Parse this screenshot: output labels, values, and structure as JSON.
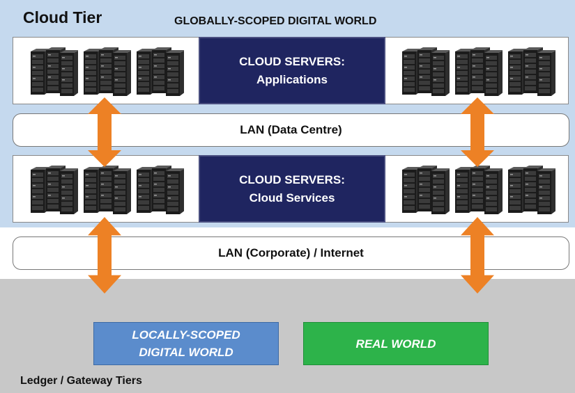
{
  "cloud_tier": {
    "title": "Cloud Tier",
    "world_label": "GLOBALLY-SCOPED DIGITAL WORLD",
    "color": "#c5d9ee"
  },
  "app_servers": {
    "line1": "CLOUD SERVERS:",
    "line2": "Applications"
  },
  "lan_datacentre": {
    "label": "LAN (Data Centre)"
  },
  "service_servers": {
    "line1": "CLOUD SERVERS:",
    "line2": "Cloud Services"
  },
  "lan_corporate": {
    "label": "LAN (Corporate) / Internet"
  },
  "ledger_tier": {
    "title": "Ledger / Gateway Tiers",
    "color": "#c8c8c8"
  },
  "local_world": {
    "line1": "LOCALLY-SCOPED",
    "line2": "DIGITAL WORLD"
  },
  "real_world": {
    "label": "REAL WORLD"
  },
  "colors": {
    "server_box": "#1f2560",
    "arrow": "#ed8125",
    "local_world": "#5b8ccc",
    "real_world": "#2db34a"
  },
  "icons": [
    "server-rack-icon",
    "double-arrow-icon"
  ]
}
